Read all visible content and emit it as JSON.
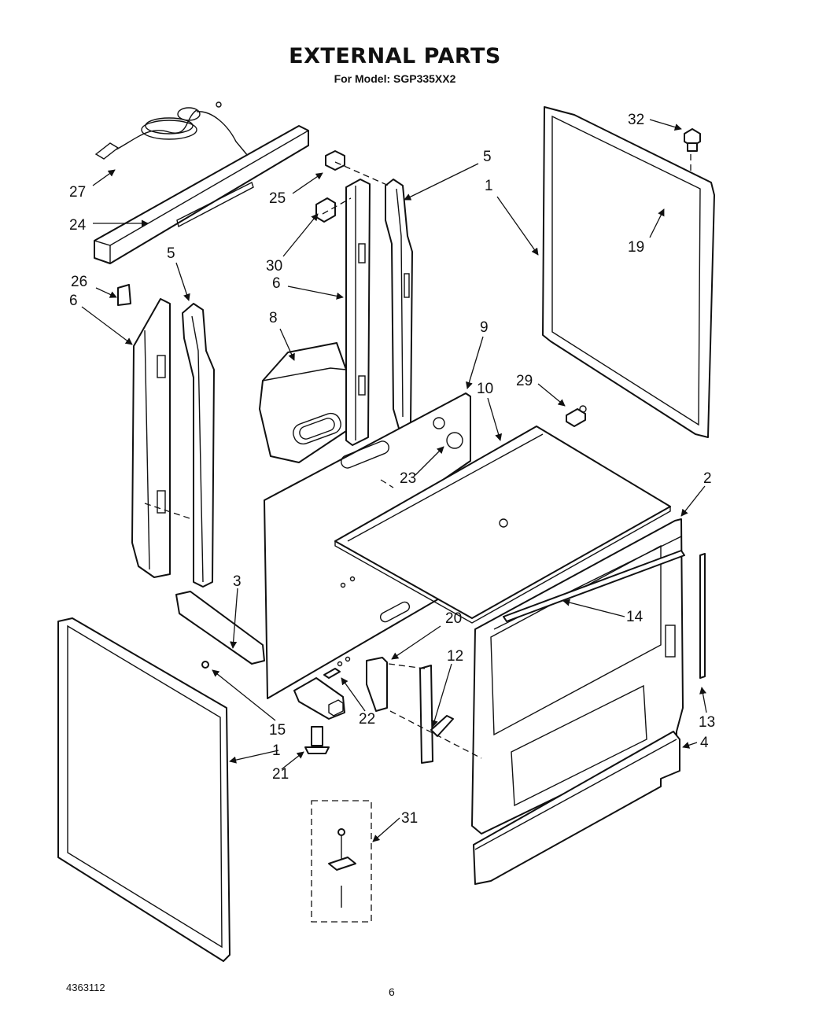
{
  "title": "EXTERNAL PARTS",
  "subtitle": "For Model: SGP335XX2",
  "document_number": "4363112",
  "page_number": "6",
  "callouts": [
    "32",
    "5",
    "1",
    "19",
    "27",
    "25",
    "24",
    "30",
    "6",
    "5",
    "26",
    "6",
    "8",
    "9",
    "29",
    "10",
    "23",
    "2",
    "3",
    "14",
    "20",
    "12",
    "15",
    "22",
    "13",
    "1",
    "21",
    "4",
    "31"
  ]
}
